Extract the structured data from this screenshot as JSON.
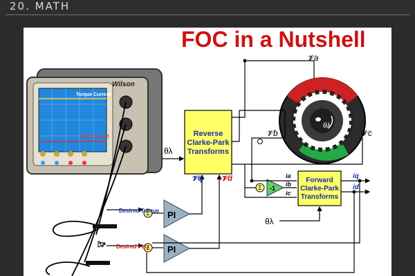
{
  "header": {
    "section": "20. MATH"
  },
  "slide": {
    "title": "FOC in a Nutshell",
    "scope": {
      "brand": "Wilson",
      "trace_top": "Torque Current",
      "trace_bottom": "Flux Current"
    },
    "blocks": {
      "reverse": {
        "line1": "Reverse",
        "line2": "Clarke-Park",
        "line3": "Transforms"
      },
      "forward": {
        "line1": "Forward",
        "line2": "Clarke-Park",
        "line3": "Transforms"
      },
      "pi_top": "PI",
      "pi_bottom": "PI",
      "invert": "-1"
    },
    "labels": {
      "desired_torque": "Desired Torque",
      "desired_flux": "Desired Flux",
      "theta_in": "θλ",
      "theta_fwd": "θλ",
      "theta_motor": "θλ",
      "va": "𝓥a",
      "vb": "𝓥b",
      "vc": "𝓥c",
      "vq": "𝓥q",
      "vd": "𝓥d",
      "ia": "ia",
      "ib": "ib",
      "ic": "ic",
      "iq": "iq",
      "id": "id"
    },
    "colors": {
      "title": "#cc1111",
      "block": "#ffff66",
      "pi": "#9ab3c0",
      "invert": "#66cc66",
      "scope_screen": "#2288dd",
      "stator_red": "#cc2222",
      "stator_green": "#22aa44"
    }
  }
}
